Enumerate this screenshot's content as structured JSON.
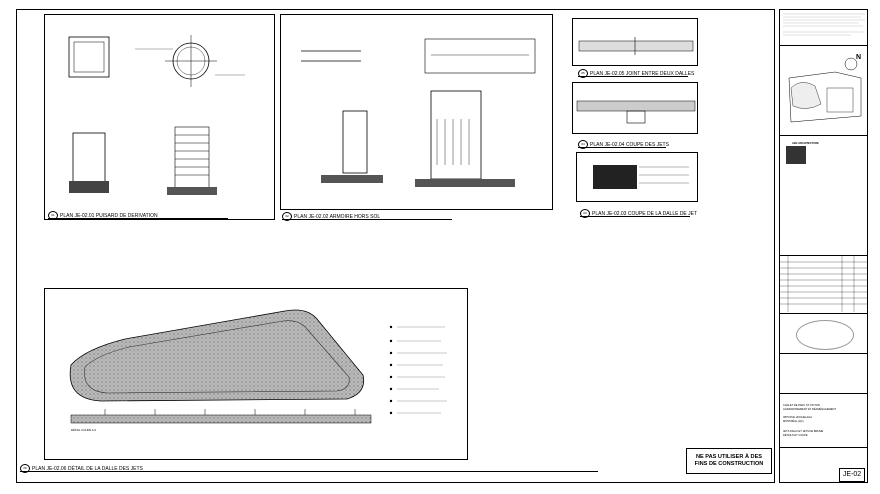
{
  "details": {
    "d1": {
      "num": "01",
      "title": "PLAN JE-02.01 PUISARD DE DERIVATION"
    },
    "d2": {
      "num": "02",
      "title": "PLAN JE-02.02 ARMOIRE HORS SOL"
    },
    "d3": {
      "num": "03",
      "title": "PLAN JE-02.03 COUPE DE LA DALLE DE JET"
    },
    "d4": {
      "num": "04",
      "title": "PLAN JE-02.04 COUPE DES JETS"
    },
    "d5": {
      "num": "05",
      "title": "PLAN JE-02.05 JOINT ENTRE DEUX DALLES"
    },
    "d6": {
      "num": "06",
      "title": "PLAN JE-02.06 DÉTAIL DE LA DALLE DES JETS"
    },
    "coupe_label": "DÉTAIL COUPE 1/4"
  },
  "warning": {
    "line1": "NE PAS UTILISER À DES",
    "line2": "FINS DE CONSTRUCTION"
  },
  "title_block": {
    "firm": "ABC ARCHITECTURE",
    "project_line1": "CHALET DE PARC ST-VICTOR",
    "project_line2": "AGRANDISSEMENT ET RÉAMÉNAGEMENT",
    "address_line1": "3875 RUE HOCHELAGA",
    "address_line2": "MONTRÉAL (QC)",
    "drawing_line1": "JETS D'EAU ET JETS DE BRUME",
    "drawing_line2": "DÉTAILS ET COUPE",
    "sheet_number": "JE-02",
    "north": "N"
  }
}
